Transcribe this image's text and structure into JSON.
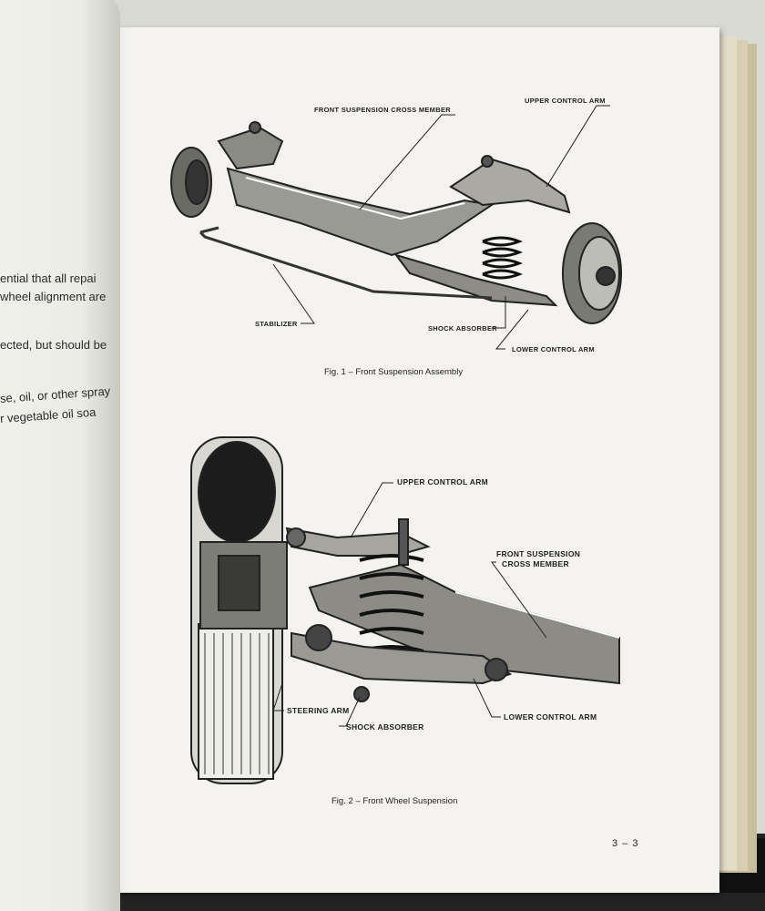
{
  "left_page": {
    "lines": [
      "ential that all repai",
      "wheel alignment are",
      "ected, but should be",
      "se, oil, or other spray",
      "r  vegetable oil soa"
    ]
  },
  "figure1": {
    "labels": {
      "cross_member": "FRONT SUSPENSION CROSS MEMBER",
      "upper_control_arm": "UPPER CONTROL ARM",
      "stabilizer": "STABILIZER",
      "shock_absorber": "SHOCK ABSORBER",
      "lower_control_arm": "LOWER CONTROL ARM"
    },
    "caption": "Fig. 1 – Front Suspension Assembly"
  },
  "figure2": {
    "labels": {
      "upper_control_arm": "UPPER CONTROL ARM",
      "cross_member_line1": "FRONT SUSPENSION",
      "cross_member_line2": "CROSS MEMBER",
      "steering_arm": "STEERING ARM",
      "shock_absorber": "SHOCK ABSORBER",
      "lower_control_arm": "LOWER CONTROL ARM"
    },
    "caption": "Fig. 2 – Front Wheel Suspension"
  },
  "page_number": "3 – 3"
}
